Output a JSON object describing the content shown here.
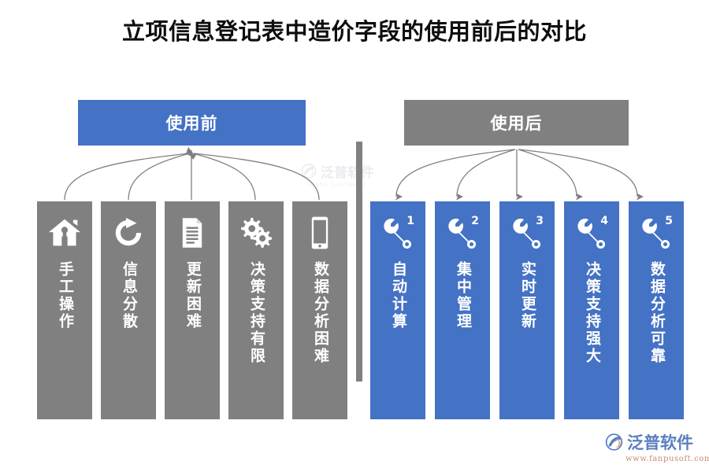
{
  "page": {
    "title": "立项信息登记表中造价字段的使用前后的对比"
  },
  "colors": {
    "blue": "#4472C4",
    "gray": "#808080",
    "title_text": "#0D0D0D",
    "brand_blue": "#5B7FC0",
    "brand_orange": "#C98B72"
  },
  "headers": {
    "before": {
      "label": "使用前",
      "color": "#4472C4"
    },
    "after": {
      "label": "使用后",
      "color": "#808080"
    }
  },
  "before_columns": [
    {
      "label": "手工操作",
      "icon": "home-icon",
      "color": "#808080"
    },
    {
      "label": "信息分散",
      "icon": "refresh-icon",
      "color": "#808080"
    },
    {
      "label": "更新困难",
      "icon": "document-icon",
      "color": "#808080"
    },
    {
      "label": "决策支持有限",
      "icon": "gears-icon",
      "color": "#808080"
    },
    {
      "label": "数据分析困难",
      "icon": "mobile-icon",
      "color": "#808080"
    }
  ],
  "after_columns": [
    {
      "number": "1",
      "label": "自动计算",
      "icon": "wrench-icon",
      "color": "#4472C4"
    },
    {
      "number": "2",
      "label": "集中管理",
      "icon": "wrench-icon",
      "color": "#4472C4"
    },
    {
      "number": "3",
      "label": "实时更新",
      "icon": "wrench-icon",
      "color": "#4472C4"
    },
    {
      "number": "4",
      "label": "决策支持强大",
      "icon": "wrench-icon",
      "color": "#4472C4"
    },
    {
      "number": "5",
      "label": "数据分析可靠",
      "icon": "wrench-icon",
      "color": "#4472C4"
    }
  ],
  "watermark": {
    "text": "泛普软件",
    "subtext": "FANPU SOFTWARE"
  },
  "brand": {
    "text": "泛普软件",
    "url": "www.fanpusoft.com"
  }
}
